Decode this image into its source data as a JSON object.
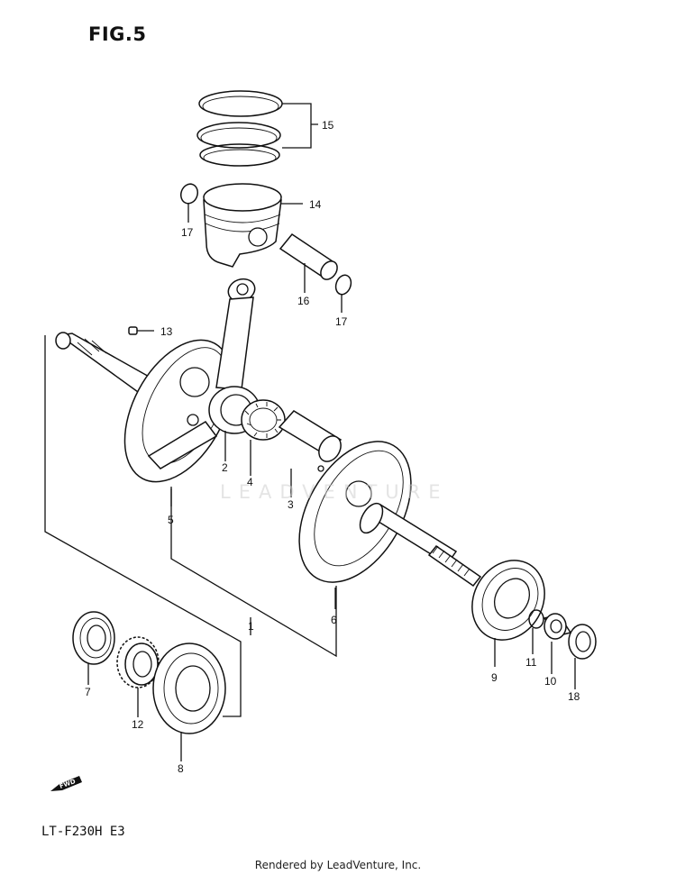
{
  "figure": {
    "title": "FIG.5"
  },
  "model": "LT-F230H E3",
  "footer": "Rendered by LeadVenture, Inc.",
  "watermark": "LEADVENTURE",
  "fwd_label": "FWD",
  "callouts": [
    {
      "id": "c15",
      "label": "15"
    },
    {
      "id": "c14",
      "label": "14"
    },
    {
      "id": "c17a",
      "label": "17"
    },
    {
      "id": "c16",
      "label": "16"
    },
    {
      "id": "c17b",
      "label": "17"
    },
    {
      "id": "c13",
      "label": "13"
    },
    {
      "id": "c2",
      "label": "2"
    },
    {
      "id": "c4",
      "label": "4"
    },
    {
      "id": "c3",
      "label": "3"
    },
    {
      "id": "c5",
      "label": "5"
    },
    {
      "id": "c1",
      "label": "1"
    },
    {
      "id": "c6",
      "label": "6"
    },
    {
      "id": "c9",
      "label": "9"
    },
    {
      "id": "c11",
      "label": "11"
    },
    {
      "id": "c10",
      "label": "10"
    },
    {
      "id": "c18",
      "label": "18"
    },
    {
      "id": "c7",
      "label": "7"
    },
    {
      "id": "c12",
      "label": "12"
    },
    {
      "id": "c8",
      "label": "8"
    }
  ]
}
